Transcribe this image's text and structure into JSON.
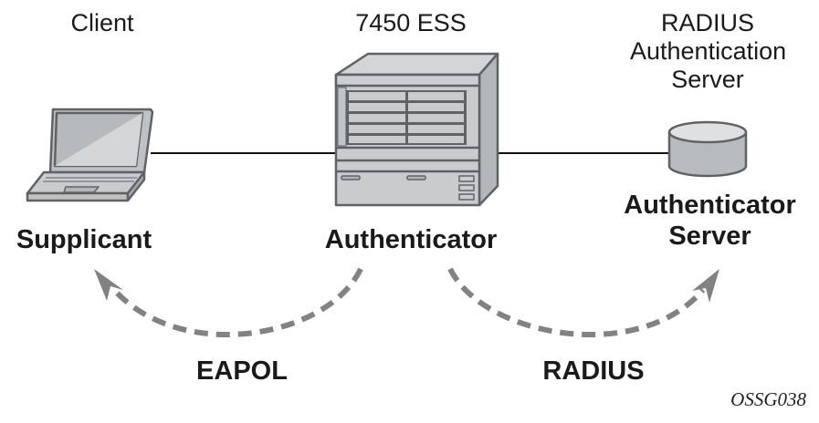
{
  "nodes": {
    "client": {
      "top_label": "Client",
      "role_label": "Supplicant"
    },
    "switch": {
      "top_label": "7450 ESS",
      "role_label": "Authenticator"
    },
    "server": {
      "top_label_lines": [
        "RADIUS",
        "Authentication",
        "Server"
      ],
      "role_label_lines": [
        "Authenticator",
        "Server"
      ]
    }
  },
  "flows": [
    {
      "label": "EAPOL",
      "direction": "to-supplicant"
    },
    {
      "label": "RADIUS",
      "direction": "to-server"
    }
  ],
  "figure_id": "OSSG038",
  "colors": {
    "device_fill": "#c9cbcd",
    "device_stroke": "#5f6366",
    "arrow": "#808284",
    "text": "#1a1a1a"
  }
}
